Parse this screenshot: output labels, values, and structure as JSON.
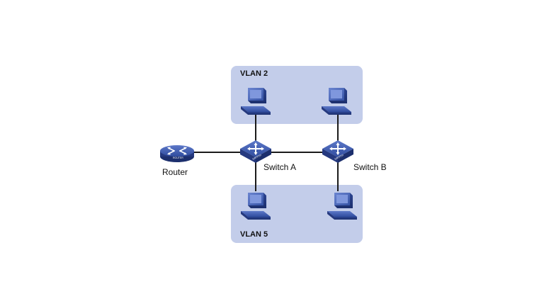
{
  "diagram": {
    "vlans": [
      {
        "id": "vlan2",
        "label": "VLAN 2"
      },
      {
        "id": "vlan5",
        "label": "VLAN 5"
      }
    ],
    "nodes": {
      "router": {
        "label": "Router",
        "icon": "router-icon",
        "badge": "ROUTER"
      },
      "switch_a": {
        "label": "Switch A",
        "icon": "switch-icon",
        "badge": "SWITCH"
      },
      "switch_b": {
        "label": "Switch B",
        "icon": "switch-icon",
        "badge": "SWITCH"
      }
    },
    "links": [
      [
        "router",
        "switch_a"
      ],
      [
        "switch_a",
        "switch_b"
      ],
      [
        "switch_a",
        "pc_vlan2_a"
      ],
      [
        "switch_b",
        "pc_vlan2_b"
      ],
      [
        "switch_a",
        "pc_vlan5_a"
      ],
      [
        "switch_b",
        "pc_vlan5_b"
      ]
    ],
    "colors": {
      "vlan_fill": "#c3cdea",
      "device_blue": "#3552a5",
      "device_dark": "#1f3478",
      "line": "#1a1a1a"
    }
  }
}
